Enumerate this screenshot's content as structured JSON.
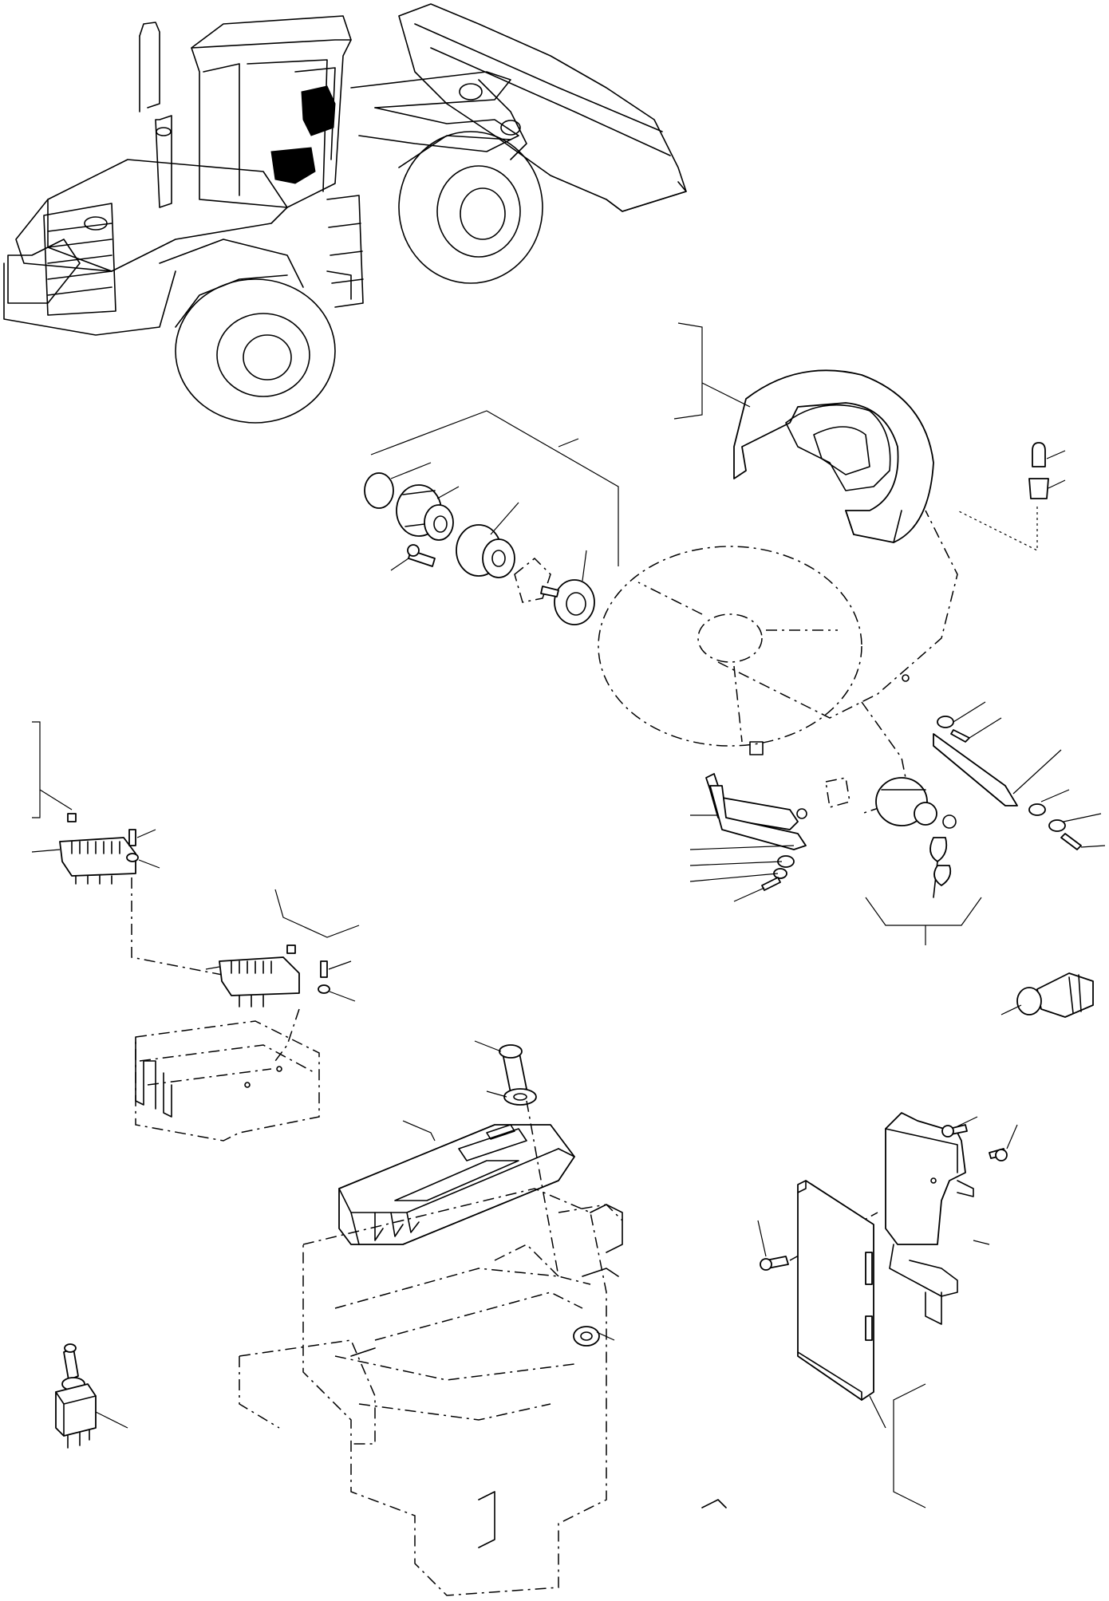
{
  "diagram": {
    "colors": {
      "line": "#000000",
      "background": "#ffffff",
      "highlight": "#000000"
    },
    "views": [
      {
        "name": "wheel-loader-overview"
      },
      {
        "name": "steering-column-cover"
      },
      {
        "name": "rotary-knob-assembly"
      },
      {
        "name": "ignition-switch-assembly"
      },
      {
        "name": "connector-strip-upper"
      },
      {
        "name": "connector-strip-lower"
      },
      {
        "name": "control-panel-housing"
      },
      {
        "name": "electronic-control-unit"
      },
      {
        "name": "toggle-switch"
      },
      {
        "name": "lighter-socket"
      }
    ]
  }
}
